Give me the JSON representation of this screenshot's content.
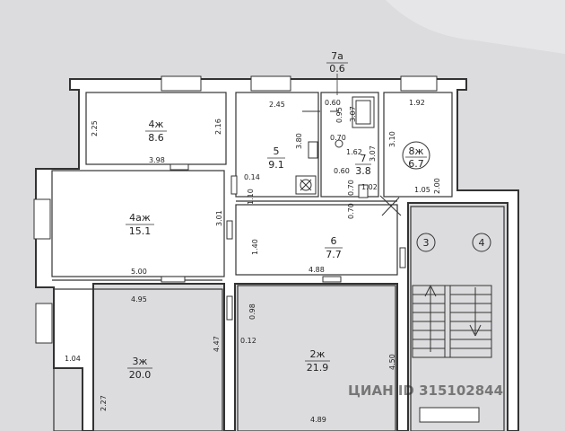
{
  "rooms": [
    {
      "label": "4ж",
      "area": "8.6"
    },
    {
      "label": "5",
      "area": "9.1"
    },
    {
      "label": "7",
      "area": "3.8"
    },
    {
      "label": "8ж",
      "area": "6.7"
    },
    {
      "label": "4аж",
      "area": "15.1"
    },
    {
      "label": "6",
      "area": "7.7"
    },
    {
      "label": "3ж",
      "area": "20.0"
    },
    {
      "label": "2ж",
      "area": "21.9"
    }
  ],
  "room_7a": {
    "label": "7а",
    "area": "0.6"
  },
  "stair_numbers": [
    "3",
    "4"
  ],
  "dimensions": {
    "d225": "2.25",
    "d216": "2.16",
    "d398": "3.98",
    "d245": "2.45",
    "d060a": "0.60",
    "d095": "0.95",
    "d307a": "3.07",
    "d192": "1.92",
    "d380": "3.80",
    "d070a": "0.70",
    "d162": "1.62",
    "d060b": "0.60",
    "d307b": "3.07",
    "d310": "3.10",
    "d014": "0.14",
    "d110": "1.10",
    "d070b": "0.70",
    "d070c": "0.70",
    "d102": "1.02",
    "d105": "1.05",
    "d200": "2.00",
    "d301": "3.01",
    "d140": "1.40",
    "d500": "5.00",
    "d488": "4.88",
    "d495": "4.95",
    "d098": "0.98",
    "d447": "4.47",
    "d104": "1.04",
    "d012": "0.12",
    "d450": "4.50",
    "d227": "2.27",
    "d489": "4.89"
  },
  "watermark": "ЦИАН ID 315102844"
}
